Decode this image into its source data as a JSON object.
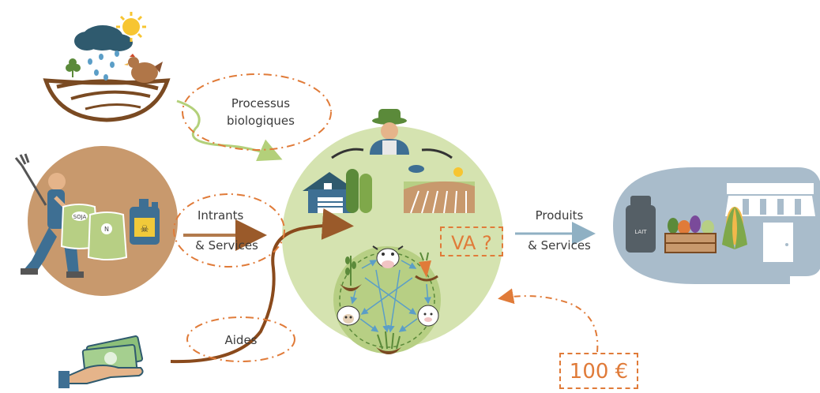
{
  "labels": {
    "processus_line1": "Processus",
    "processus_line2": "biologiques",
    "intrants_line1": "Intrants",
    "intrants_line2": "& Services",
    "produits_line1": "Produits",
    "produits_line2": "& Services",
    "aides": "Aides",
    "va": "VA ?",
    "price": "100 €"
  },
  "icon_text": {
    "bag_soja": "SOJA",
    "bag_n": "N",
    "milk_can": "LAIT"
  },
  "colors": {
    "orange": "#e07b39",
    "green_disc": "#d5e3b0",
    "inner_green": "#b7cf84",
    "tan_disc": "#c8996d",
    "slate": "#a9bccb",
    "brown": "#7a4a22",
    "blue_arrow": "#8fb0c3",
    "green_arrow": "#b3d07a"
  }
}
